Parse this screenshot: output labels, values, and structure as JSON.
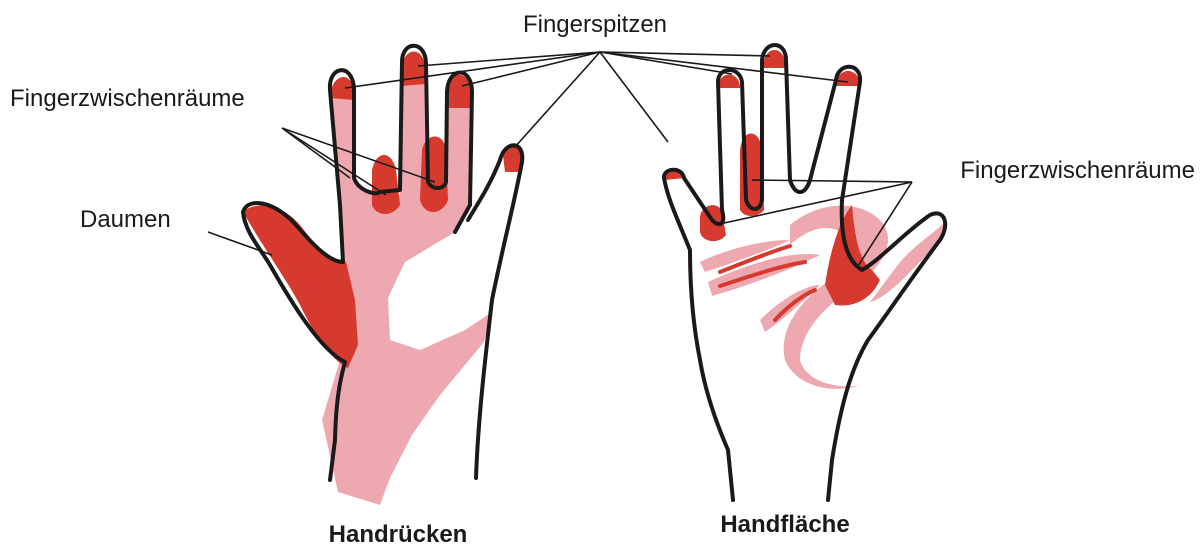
{
  "labels": {
    "fingertips": "Fingerspitzen",
    "interdigital_left": "Fingerzwischenräume",
    "interdigital_right": "Fingerzwischenräume",
    "thumb": "Daumen",
    "back_of_hand": "Handrücken",
    "palm": "Handfläche"
  },
  "colors": {
    "critical_zone": "#d63a2f",
    "moderate_zone": "#eea9b0",
    "outline": "#1a1a1a",
    "background": "#ffffff"
  }
}
